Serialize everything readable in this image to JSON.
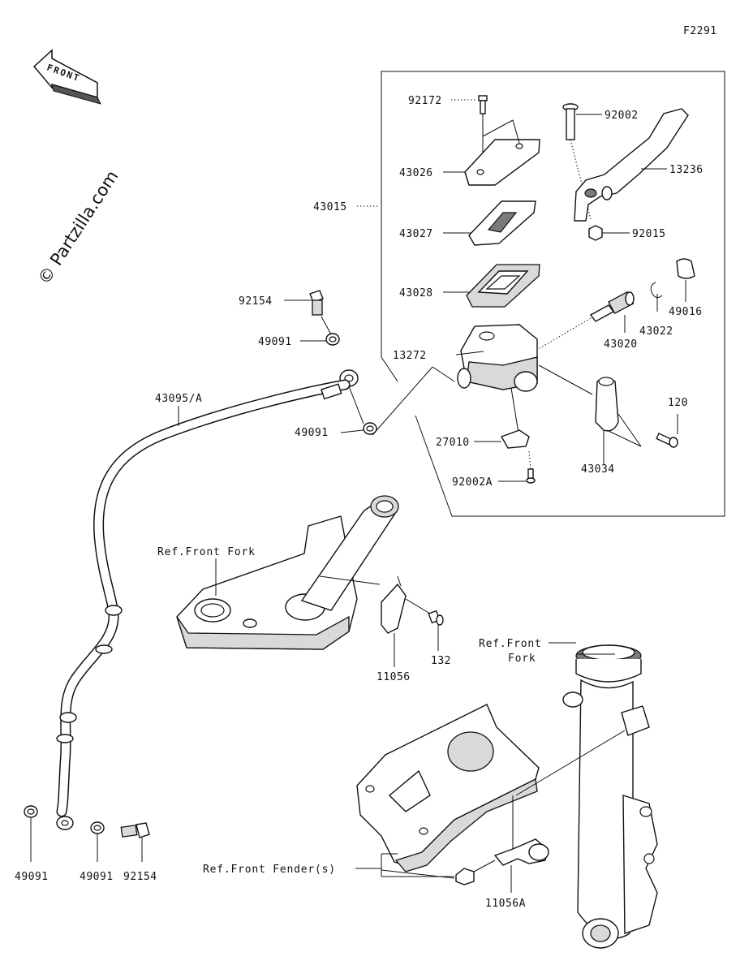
{
  "figure_code": "F2291",
  "front_label": "FRONT",
  "watermark": "© Partzilla.com",
  "parts": {
    "p92172": "92172",
    "p43026": "43026",
    "p43015": "43015",
    "p43027": "43027",
    "p43028": "43028",
    "p13272": "13272",
    "p92002": "92002",
    "p13236": "13236",
    "p92015": "92015",
    "p49016": "49016",
    "p43022": "43022",
    "p43020": "43020",
    "p120": "120",
    "p27010": "27010",
    "p43034": "43034",
    "p92002A": "92002A",
    "p92154_top": "92154",
    "p49091_a": "49091",
    "p49091_b": "49091",
    "p43095A": "43095/A",
    "p11056": "11056",
    "p132": "132",
    "p11056A": "11056A",
    "p49091_c": "49091",
    "p49091_d": "49091",
    "p92154_bot": "92154"
  },
  "refs": {
    "front_fork_1": "Ref.Front Fork",
    "front_fork_2_line1": "Ref.Front",
    "front_fork_2_line2": "Fork",
    "front_fender": "Ref.Front Fender(s)"
  }
}
